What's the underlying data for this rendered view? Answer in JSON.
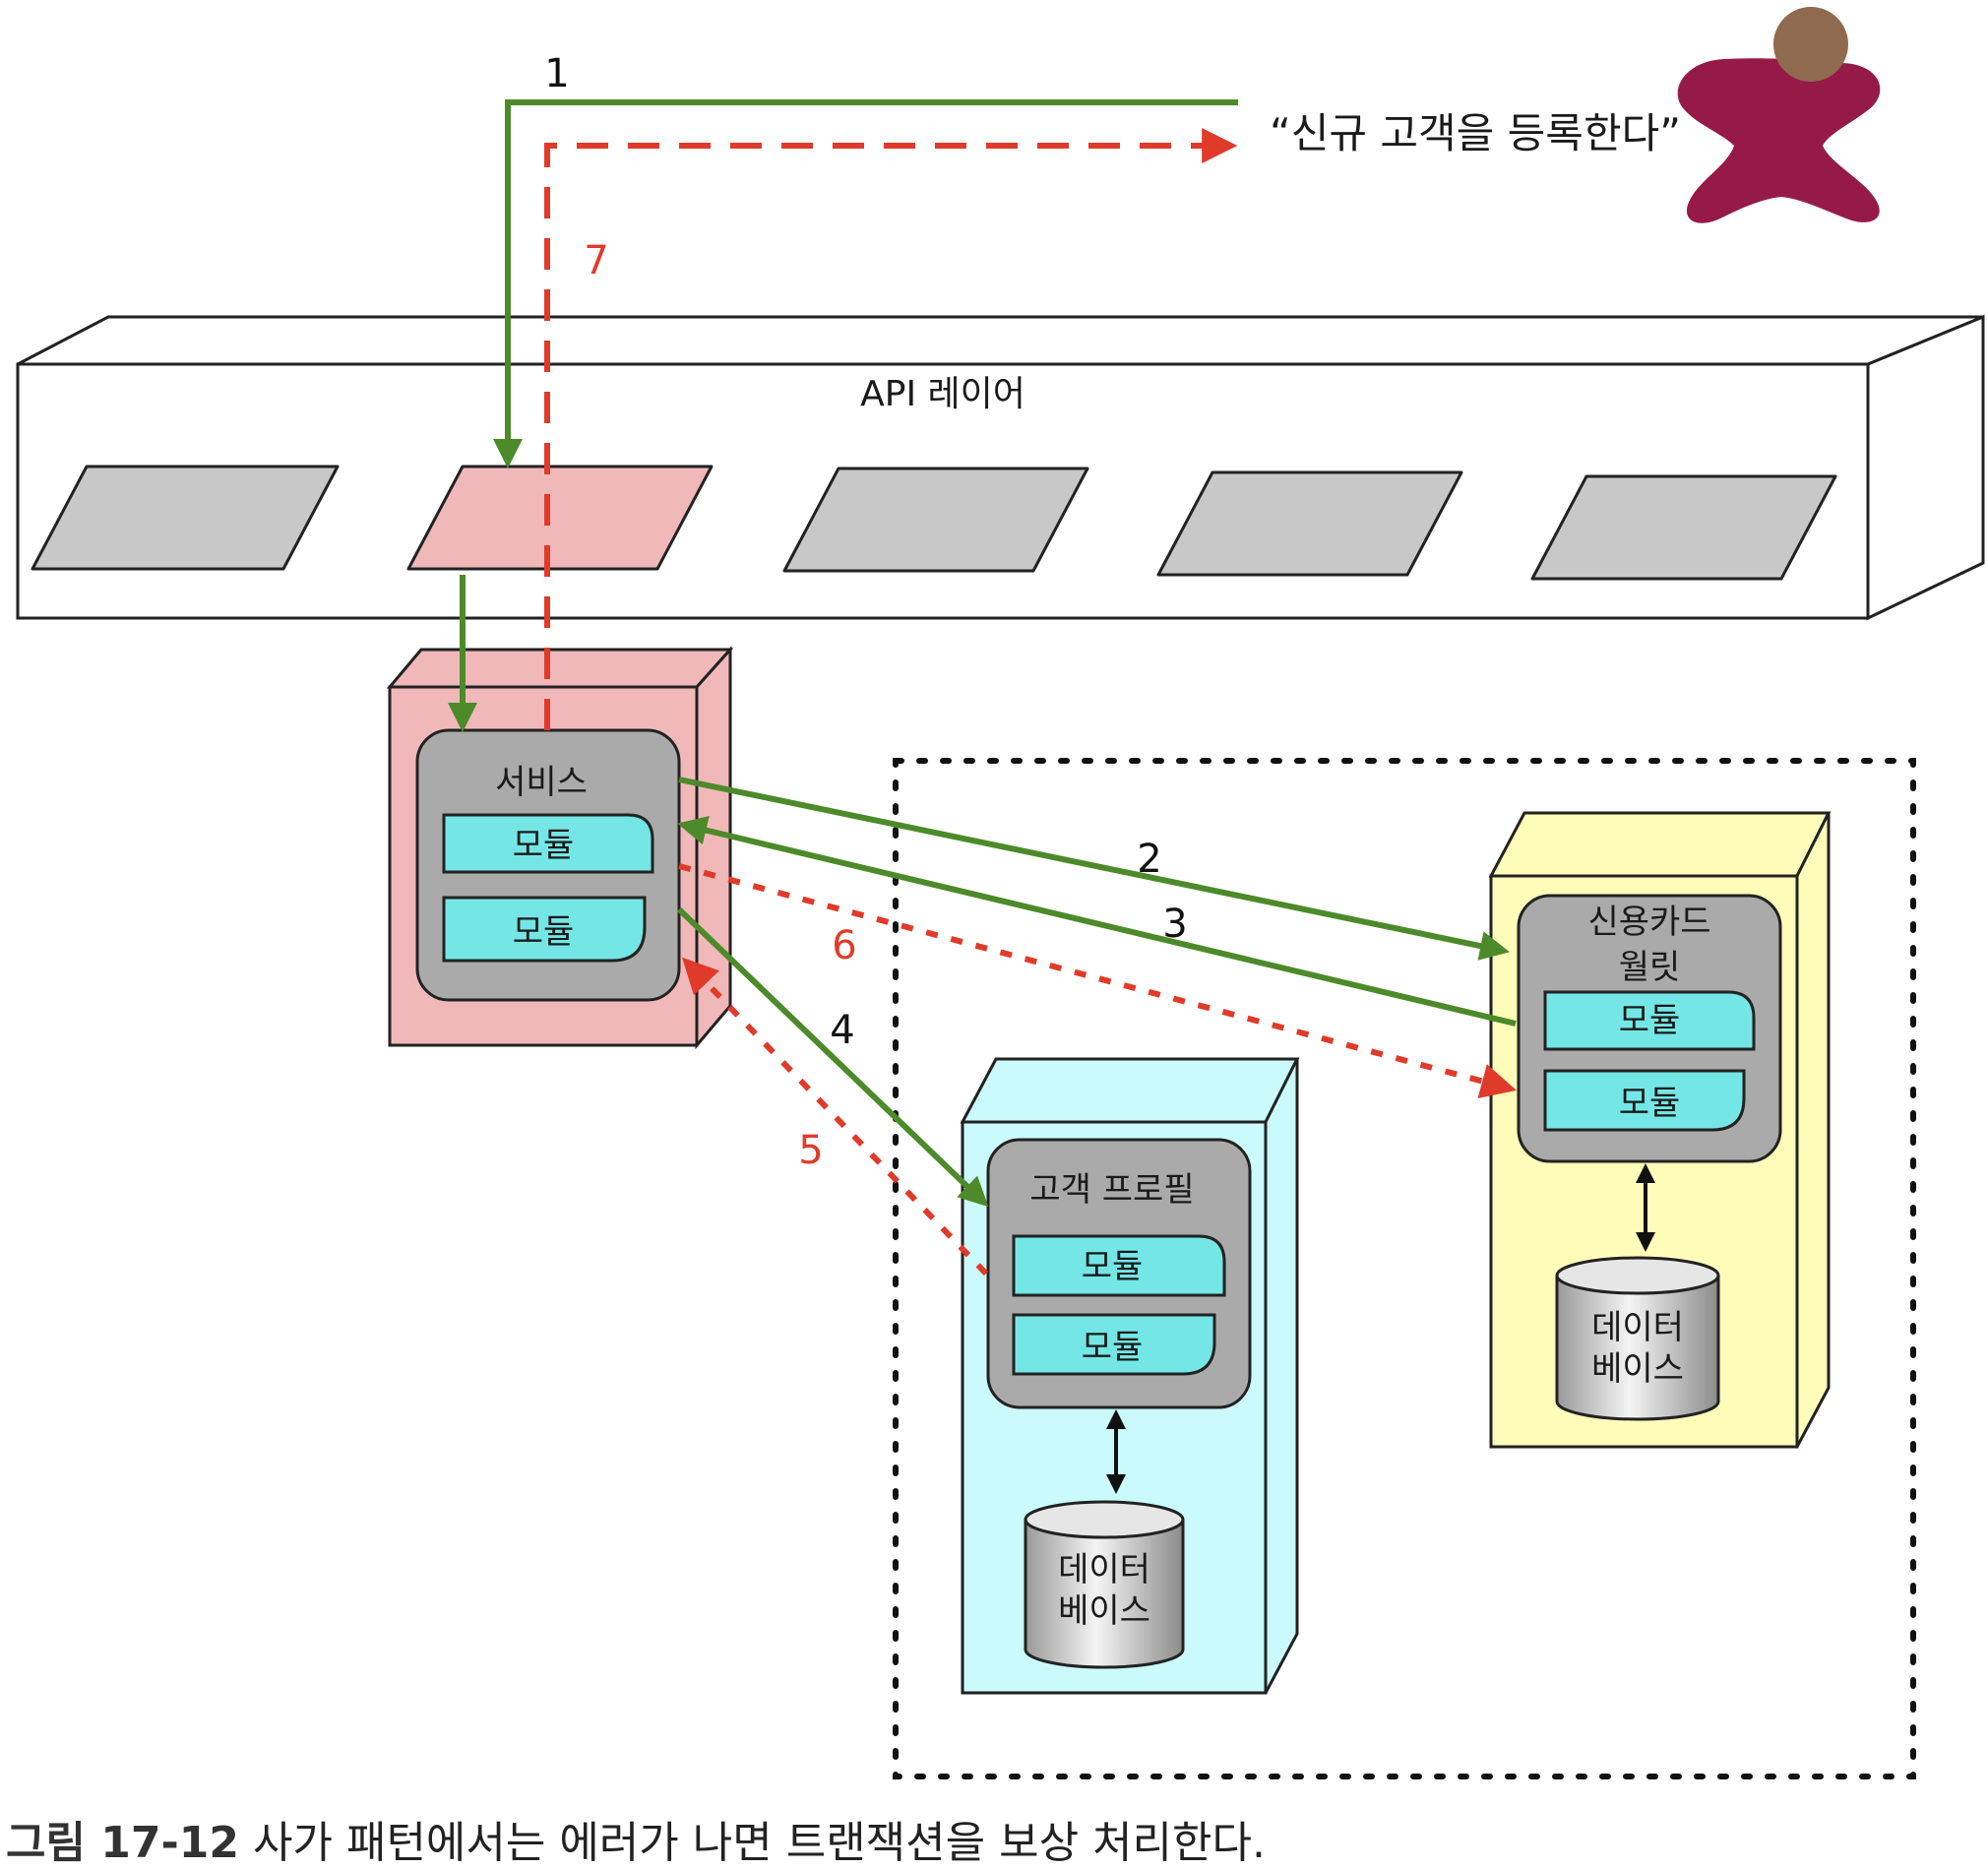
{
  "colors": {
    "green_flow": "#4c8a2a",
    "red_flow": "#e03a2a",
    "service_fill": "#f1b8b9",
    "customer_fill": "#cafafc",
    "wallet_fill": "#fefcb9",
    "module_fill": "#74e6e6",
    "inner_gray": "#aaaaaa",
    "endpoint_gray": "#c8c8c8",
    "actor_body": "#961a48",
    "actor_head": "#8f6a4f"
  },
  "user_request": "“신규 고객을 등록한다”",
  "api_layer": {
    "label": "API 레이어"
  },
  "service": {
    "title": "서비스",
    "modules": [
      "모듈",
      "모듈"
    ]
  },
  "customer_profile": {
    "title": "고객 프로필",
    "modules": [
      "모듈",
      "모듈"
    ],
    "database": [
      "데이터",
      "베이스"
    ]
  },
  "credit_wallet": {
    "title_lines": [
      "신용카드",
      "월릿"
    ],
    "modules": [
      "모듈",
      "모듈"
    ],
    "database": [
      "데이터",
      "베이스"
    ]
  },
  "steps": [
    "1",
    "2",
    "3",
    "4",
    "5",
    "6",
    "7"
  ],
  "caption": {
    "figure": "그림 17-12",
    "text": "사가 패턴에서는 에러가 나면 트랜잭션을 보상 처리한다."
  }
}
